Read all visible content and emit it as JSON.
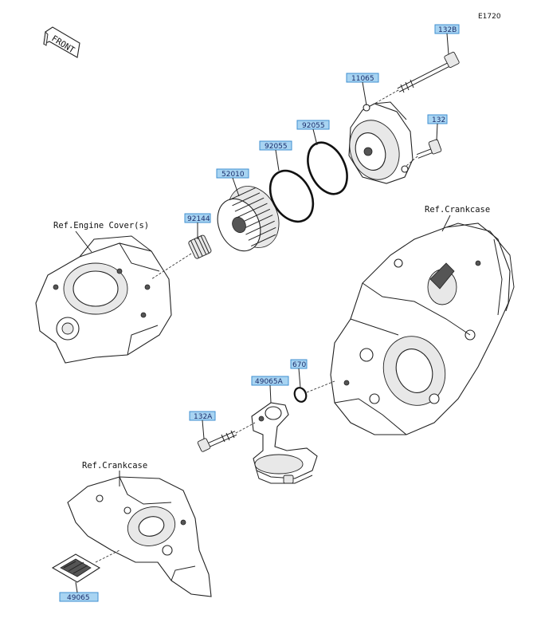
{
  "diagram_code": "E1720",
  "front_label": "FRONT",
  "references": {
    "engine_cover": "Ref.Engine Cover(s)",
    "crankcase_right": "Ref.Crankcase",
    "crankcase_lower": "Ref.Crankcase"
  },
  "parts": [
    {
      "id": "bolt-132b",
      "number": "132B"
    },
    {
      "id": "cover-11065",
      "number": "11065"
    },
    {
      "id": "oring-92055-outer",
      "number": "92055"
    },
    {
      "id": "bolt-132",
      "number": "132"
    },
    {
      "id": "oring-92055-inner",
      "number": "92055"
    },
    {
      "id": "filter-52010",
      "number": "52010"
    },
    {
      "id": "spring-92144",
      "number": "92144"
    },
    {
      "id": "oring-670",
      "number": "670"
    },
    {
      "id": "strainer-49065a",
      "number": "49065A"
    },
    {
      "id": "bolt-132a",
      "number": "132A"
    },
    {
      "id": "screen-49065",
      "number": "49065"
    }
  ]
}
